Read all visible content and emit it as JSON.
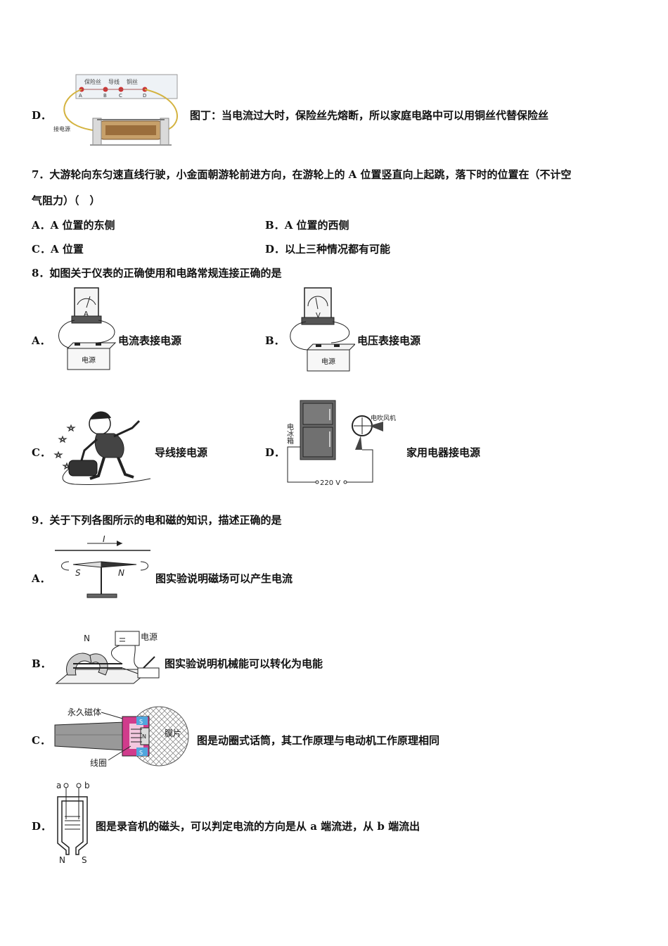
{
  "q6": {
    "d_label": "D．",
    "d_text": "图丁：当电流过大时，保险丝先熔断，所以家庭电路中可以用铜丝代替保险丝",
    "fig_labels": {
      "fuse": "保险丝",
      "wire": "导线",
      "copper": "铜丝",
      "a": "A",
      "b": "B",
      "c": "C",
      "d": "D",
      "power": "接电源"
    }
  },
  "q7": {
    "stem_line1": "7．大游轮向东匀速直线行驶，小金面朝游轮前进方向，在游轮上的 A 位置竖直向上起跳，落下时的位置在（不计空",
    "stem_line2": "气阻力）（　）",
    "options": [
      {
        "label": "A．",
        "text": "A 位置的东侧"
      },
      {
        "label": "B．",
        "text": "A 位置的西侧"
      },
      {
        "label": "C．",
        "text": "A 位置"
      },
      {
        "label": "D．",
        "text": "以上三种情况都有可能"
      }
    ]
  },
  "q8": {
    "stem": "8．如图关于仪表的正确使用和电路常规连接正确的是",
    "options": [
      {
        "label": "A．",
        "text": "电流表接电源"
      },
      {
        "label": "B．",
        "text": "电压表接电源"
      },
      {
        "label": "C．",
        "text": "导线接电源"
      },
      {
        "label": "D．",
        "text": "家用电器接电源"
      }
    ],
    "fig_labels": {
      "power": "电源",
      "ammeter": "A",
      "voltmeter": "V",
      "fridge": "电冰箱",
      "dryer": "电吹风机",
      "voltage": "220 V"
    }
  },
  "q9": {
    "stem": "9．关于下列各图所示的电和磁的知识，描述正确的是",
    "options": [
      {
        "label": "A．",
        "text": "图实验说明磁场可以产生电流"
      },
      {
        "label": "B．",
        "text": "图实验说明机械能可以转化为电能"
      },
      {
        "label": "C．",
        "text": "图是动圈式话筒，其工作原理与电动机工作原理相同"
      },
      {
        "label": "D．",
        "text": "图是录音机的磁头，可以判定电流的方向是从 a 端流进，从 b 端流出"
      }
    ],
    "fig_labels": {
      "current": "I",
      "s": "S",
      "n": "N",
      "power": "电源",
      "magnet": "永久磁体",
      "diaphragm": "膜片",
      "coil": "线圈",
      "a": "a",
      "b": "b"
    }
  }
}
